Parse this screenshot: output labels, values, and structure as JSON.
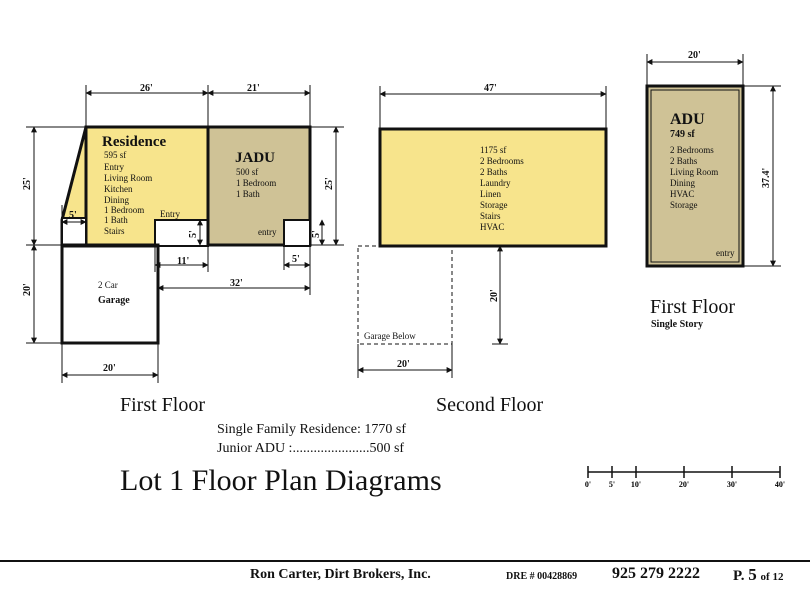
{
  "residence": {
    "title": "Residence",
    "area": "595 sf",
    "rooms": [
      "Entry",
      "Living Room",
      "Kitchen",
      "Dining",
      "1 Bedroom",
      "1 Bath",
      "Stairs"
    ],
    "entry_label": "Entry",
    "dims": {
      "width": "26'",
      "height": "25'",
      "notch": "5'",
      "step": "5'"
    }
  },
  "jadu": {
    "title": "JADU",
    "area": "500 sf",
    "rooms": [
      "1 Bedroom",
      "1 Bath"
    ],
    "entry_label": "entry",
    "dims": {
      "width": "21'",
      "height": "25'",
      "notch_v": "5'",
      "notch_h": "5'"
    }
  },
  "garage": {
    "line1": "2 Car",
    "line2": "Garage",
    "dims": {
      "height": "20'",
      "width": "20'",
      "offset": "11'",
      "span": "32'"
    }
  },
  "second_floor": {
    "rooms": [
      "1175 sf",
      "2 Bedrooms",
      "2 Baths",
      "Laundry",
      "Linen",
      "Storage",
      "Stairs",
      "HVAC"
    ],
    "garage_below": "Garage Below",
    "dims": {
      "width": "47'",
      "height": "20'",
      "garage_width": "20'"
    }
  },
  "adu": {
    "title": "ADU",
    "area": "749 sf",
    "rooms": [
      "2 Bedrooms",
      "2 Baths",
      "Living Room",
      "Dining",
      "HVAC",
      "Storage"
    ],
    "entry_label": "entry",
    "dims": {
      "width": "20'",
      "height": "37.4'"
    }
  },
  "captions": {
    "first_floor": "First Floor",
    "second_floor": "Second Floor",
    "adu_floor": "First Floor",
    "adu_story": "Single Story"
  },
  "summary": {
    "sfr": "Single Family Residence: 1770 sf",
    "jadu": "Junior ADU :......................500 sf"
  },
  "main_title": "Lot 1 Floor Plan Diagrams",
  "scale": {
    "labels": [
      "0'",
      "5'",
      "10'",
      "20'",
      "30'",
      "40'"
    ],
    "values": [
      0,
      5,
      10,
      20,
      30,
      40
    ]
  },
  "footer": {
    "company": "Ron Carter, Dirt Brokers, Inc.",
    "dre": "DRE # 00428869",
    "phone": "925 279 2222",
    "page_prefix": "P.",
    "page_num": "5",
    "page_total": "of 12"
  },
  "colors": {
    "room_fill": "#f7e48c",
    "jadu_fill": "#cfc296",
    "line": "#111111"
  }
}
